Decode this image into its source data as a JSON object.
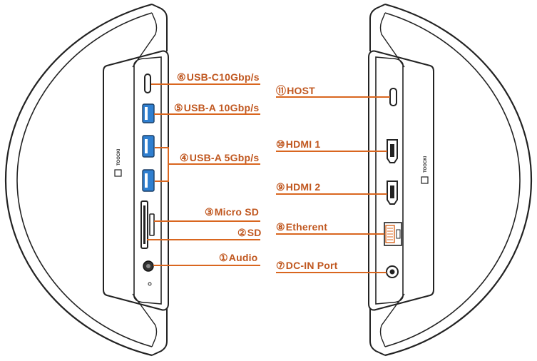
{
  "colors": {
    "accent": "#d9661f",
    "outline": "#222222",
    "port_blue": "#2f7fd0"
  },
  "brand_mark": "TOOCKI",
  "left_side": {
    "labels": [
      {
        "num": "⑥",
        "text": "USB-C10Gbp/s"
      },
      {
        "num": "⑤",
        "text": "USB-A 10Gbp/s"
      },
      {
        "num": "④",
        "text": "USB-A 5Gbp/s"
      },
      {
        "num": "③",
        "text": "Micro SD"
      },
      {
        "num": "②",
        "text": "SD"
      },
      {
        "num": "①",
        "text": "Audio"
      }
    ]
  },
  "right_side": {
    "labels": [
      {
        "num": "⑪",
        "text": "HOST"
      },
      {
        "num": "⑩",
        "text": "HDMI 1"
      },
      {
        "num": "⑨",
        "text": "HDMI 2"
      },
      {
        "num": "⑧",
        "text": "Etherent"
      },
      {
        "num": "⑦",
        "text": "DC-IN Port"
      }
    ]
  }
}
